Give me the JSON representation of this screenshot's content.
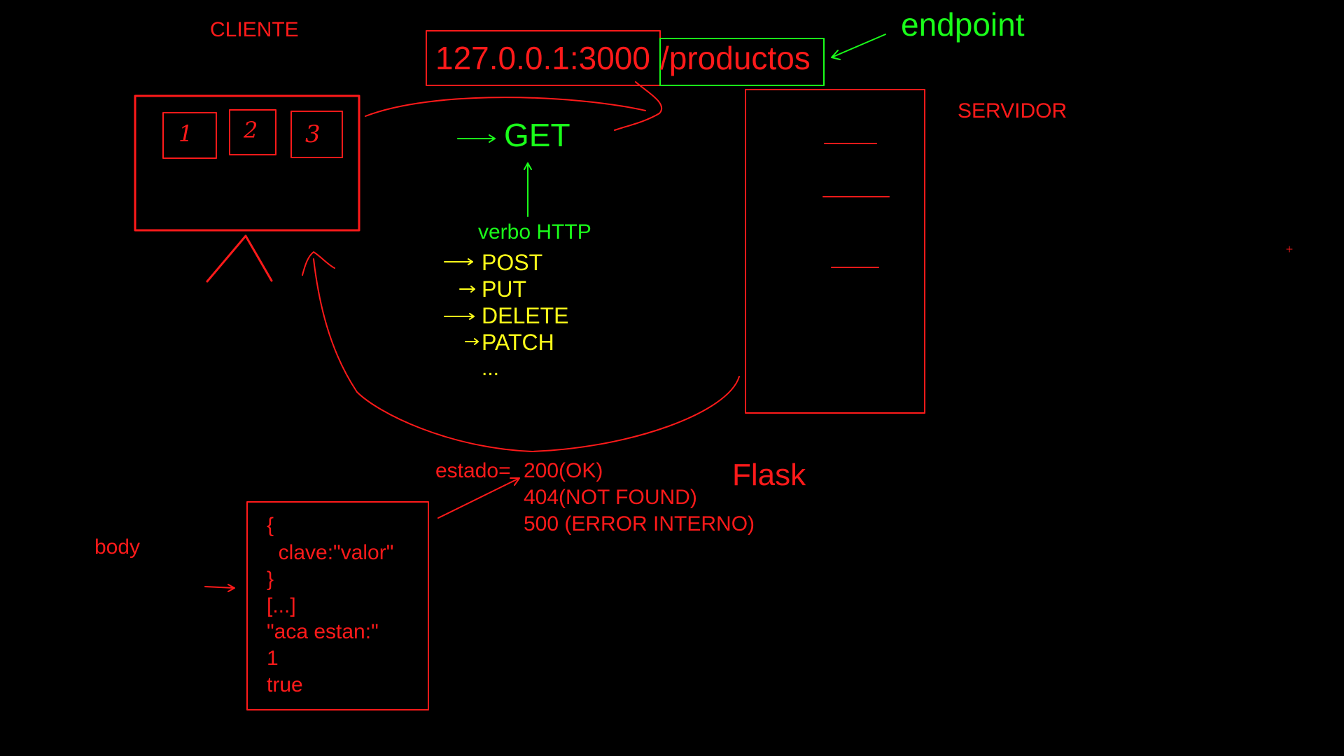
{
  "colors": {
    "background": "#000000",
    "red": "#ff1a1a",
    "green": "#1aff1a",
    "yellow": "#ffff1a"
  },
  "client": {
    "title": "CLIENTE",
    "boxes": [
      "1",
      "2",
      "3"
    ]
  },
  "server": {
    "title": "SERVIDOR"
  },
  "url": {
    "host": "127.0.0.1:3000",
    "path": "/productos"
  },
  "endpoint_label": "endpoint",
  "request": {
    "verb": "GET",
    "verb_caption": "verbo HTTP",
    "other_verbs": [
      "POST",
      "PUT",
      "DELETE",
      "PATCH",
      "..."
    ]
  },
  "response": {
    "status_prefix": "estado=",
    "statuses": [
      "200(OK)",
      "404(NOT FOUND)",
      "500 (ERROR INTERNO)"
    ],
    "framework": "Flask",
    "body_label": "body",
    "body_lines": [
      "{",
      "  clave:\"valor\"",
      "}",
      "[...]",
      "\"aca estan:\"",
      "1",
      "true"
    ]
  }
}
